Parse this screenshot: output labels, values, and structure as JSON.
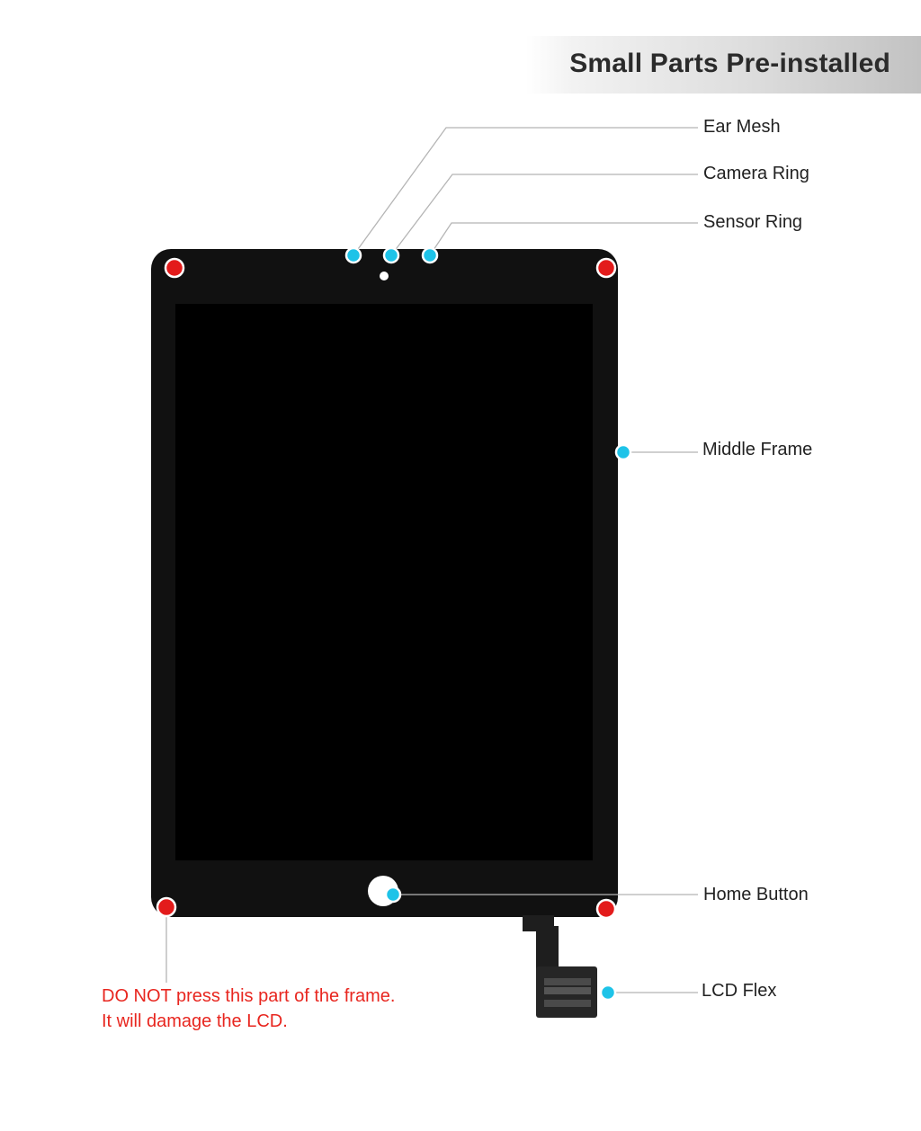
{
  "header": {
    "title": "Small Parts Pre-installed"
  },
  "labels": {
    "ear_mesh": "Ear Mesh",
    "camera_ring": "Camera Ring",
    "sensor_ring": "Sensor Ring",
    "middle_frame": "Middle Frame",
    "home_button": "Home Button",
    "lcd_flex": "LCD Flex"
  },
  "warning": {
    "line1": "DO NOT press this part of the frame.",
    "line2": "It will damage the LCD."
  },
  "colors": {
    "marker_cyan": "#1ec3e8",
    "marker_red": "#e31b1b",
    "warning_text": "#e8261f",
    "device_body": "#111111",
    "screen": "#000000",
    "leader_line": "#b5b5b5"
  }
}
